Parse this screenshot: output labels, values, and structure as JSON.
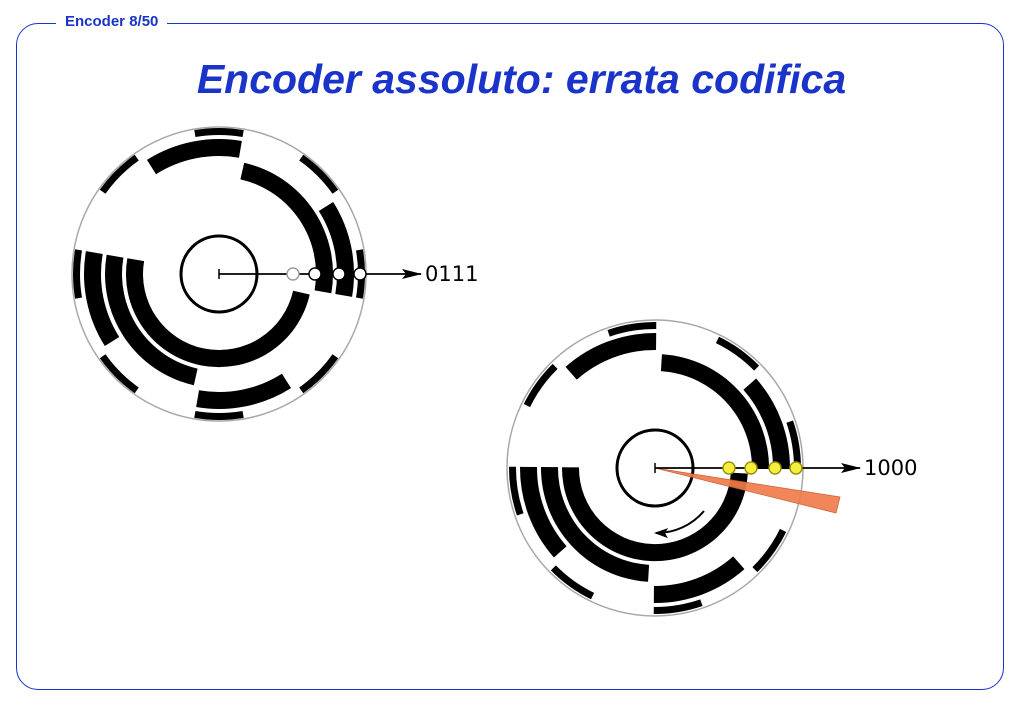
{
  "header": {
    "section": "Encoder",
    "page_current": "8",
    "page_total": "50"
  },
  "title": "Encoder assoluto: errata codifica",
  "colors": {
    "accent": "#1a34c9",
    "track": "#000000",
    "sensor_ok": "#ffffff",
    "sensor_active": "#f5ee3a",
    "sensor_off": "#999999",
    "error_wedge": "#f07c4a"
  },
  "disks": [
    {
      "id": "left",
      "reading": "0111",
      "sensors": [
        {
          "bit": "0",
          "state": "off"
        },
        {
          "bit": "1",
          "state": "on"
        },
        {
          "bit": "1",
          "state": "on"
        },
        {
          "bit": "1",
          "state": "on"
        }
      ]
    },
    {
      "id": "right",
      "reading": "1000",
      "rotation": "clockwise-arrow",
      "misalignment": true,
      "sensors": [
        {
          "bit": "1",
          "state": "highlight"
        },
        {
          "bit": "0",
          "state": "highlight"
        },
        {
          "bit": "0",
          "state": "highlight"
        },
        {
          "bit": "0",
          "state": "highlight"
        }
      ]
    }
  ]
}
